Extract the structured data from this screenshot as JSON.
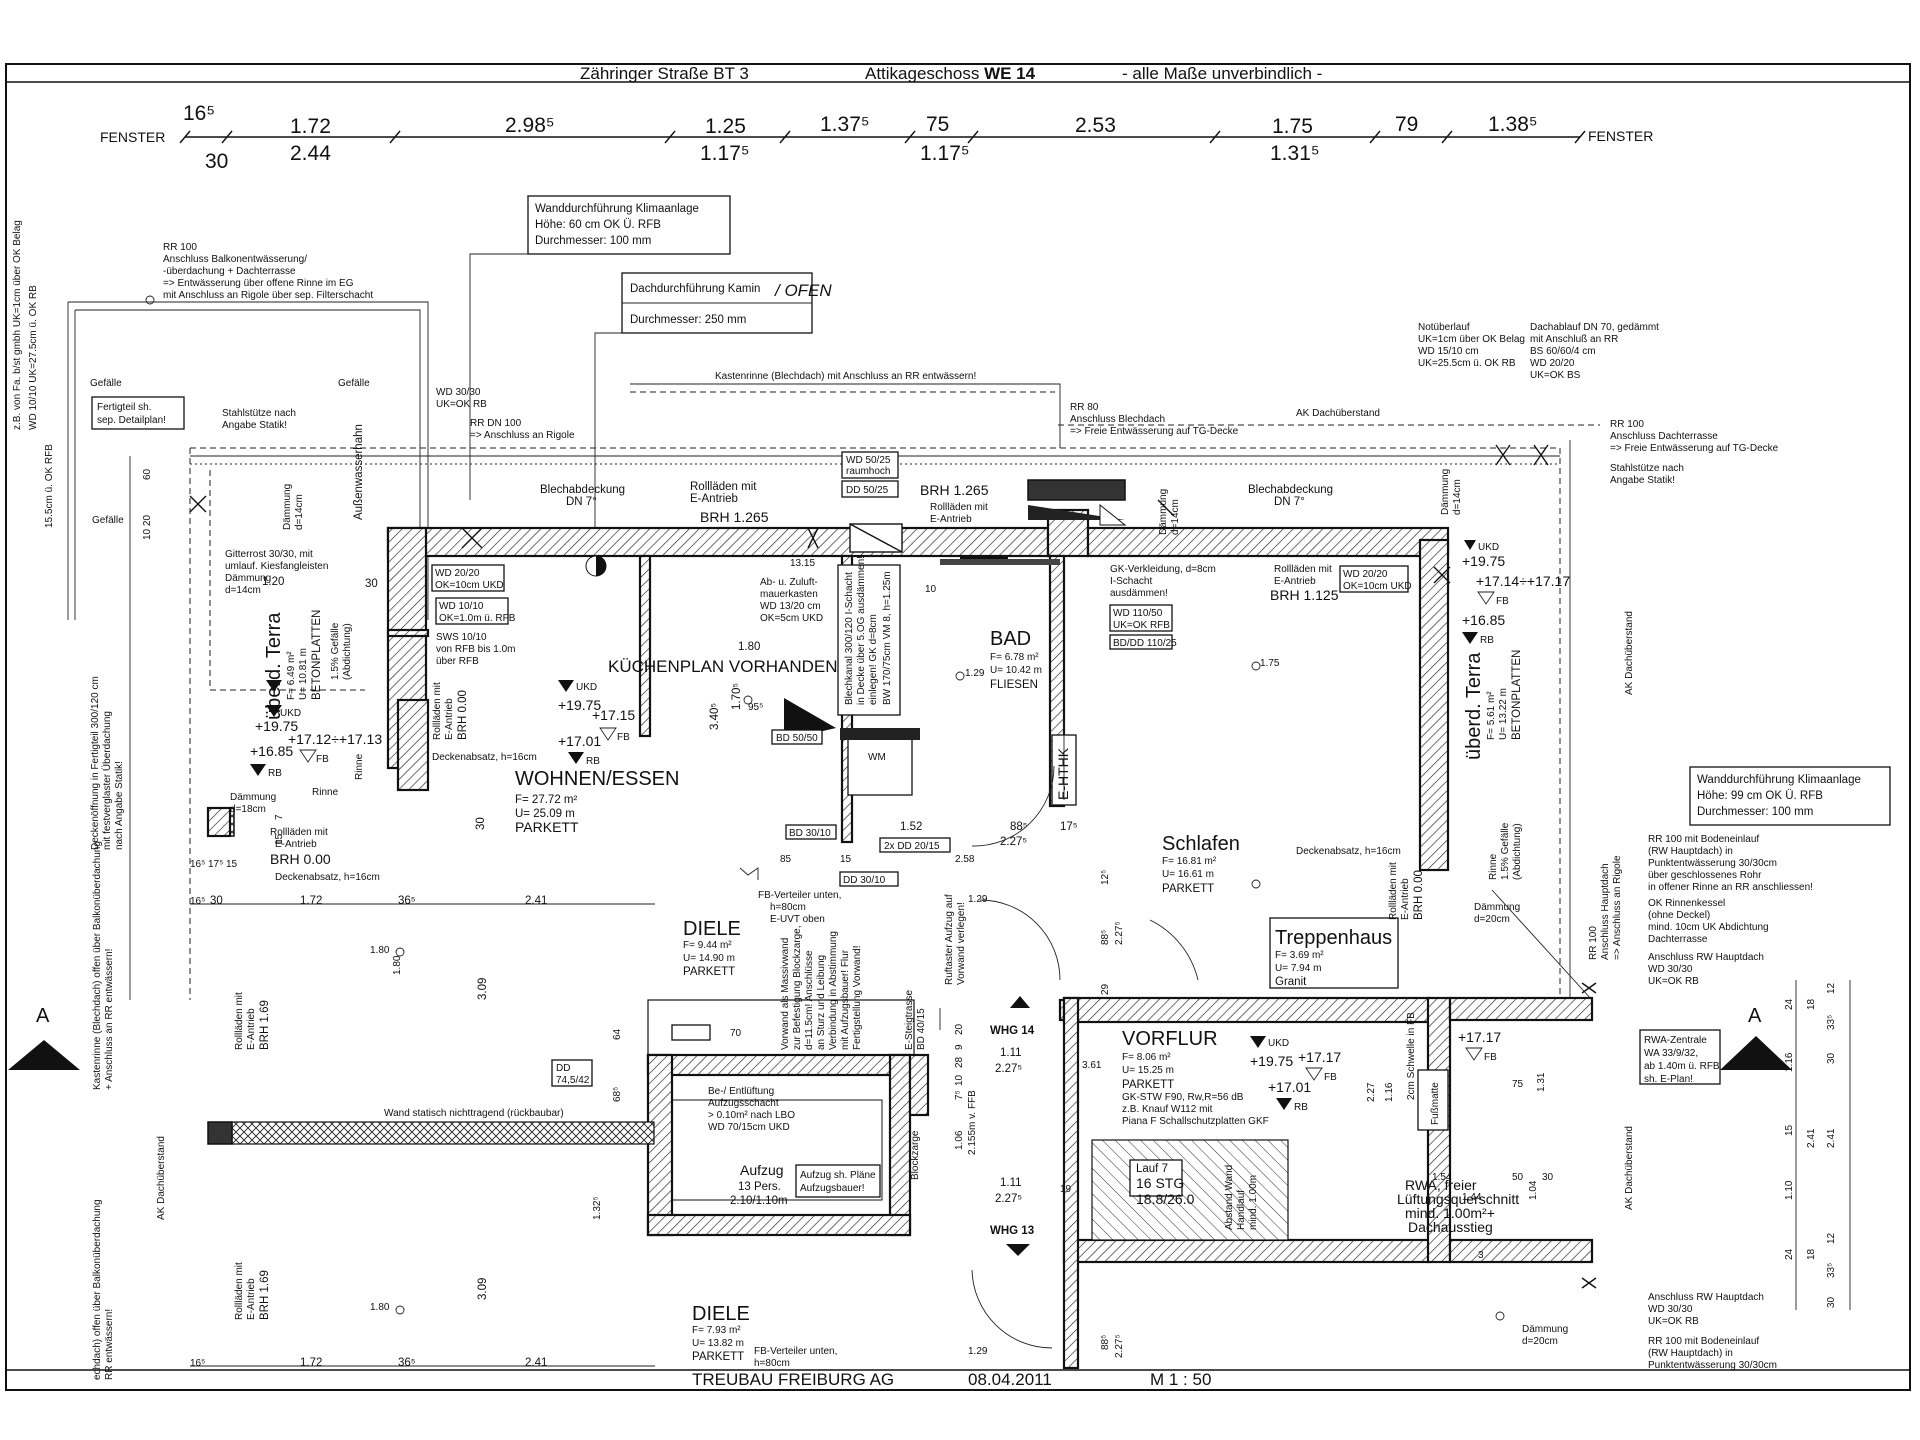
{
  "header": {
    "project": "Zähringer Straße  BT 3",
    "floor_prefix": "Attikageschoss ",
    "floor_unit": "WE 14",
    "disclaimer": "- alle Maße unverbindlich -"
  },
  "dimensions_top": {
    "fenster_left": "FENSTER",
    "fenster_right": "FENSTER",
    "upper": [
      "16⁵",
      "1.72",
      "2.98⁵",
      "1.25",
      "1.37⁵",
      "75",
      "2.53",
      "1.75",
      "79",
      "1.38⁵"
    ],
    "lower": [
      "30",
      "2.44",
      "1.17⁵",
      "1.17⁵",
      "1.31⁵"
    ]
  },
  "callouts": {
    "klima_top": [
      "Wanddurchführung Klimaanlage",
      "Höhe: 60 cm OK Ü. RFB",
      "Durchmesser: 100 mm"
    ],
    "kamin": [
      "Dachdurchführung Kamin",
      "/ OFEN",
      "Durchmesser: 250 mm"
    ],
    "klima_right": [
      "Wanddurchführung Klimaanlage",
      "Höhe: 99 cm OK Ü. RFB",
      "Durchmesser: 100 mm"
    ],
    "rr100_top": [
      "RR 100",
      "Anschluss Balkonentwässerung/",
      "-überdachung + Dachterrasse",
      "=> Entwässerung über offene Rinne im EG",
      "mit Anschluss an Rigole über sep. Filterschacht"
    ],
    "notueberlauf": [
      "Notüberlauf",
      "UK=1cm über OK Belag",
      "WD 15/10 cm",
      "UK=25.5cm ü. OK RB"
    ],
    "dachablauf": [
      "Dachablauf DN 70, gedämmt",
      "mit Anschluß an RR",
      "BS 60/60/4 cm",
      "WD 20/20",
      "UK=OK BS"
    ],
    "wd3030_top": [
      "WD 30/30",
      "UK=OK RB"
    ],
    "rr_dn100": "RR DN 100",
    "rigole": "=> Anschluss an Rigole",
    "kastenrinne_top": "Kastenrinne (Blechdach) mit Anschluss an RR entwässern!",
    "rr80": [
      "RR 80",
      "Anschluss Blechdach",
      "=> Freie Entwässerung auf TG-Decke"
    ],
    "ak_top": "AK Dachüberstand",
    "rr100_right": [
      "RR 100",
      "Anschluss  Dachterrasse",
      "=> Freie Entwässerung auf TG-Decke"
    ],
    "stahlstuetze_right": [
      "Stahlstütze nach",
      "Angabe Statik!"
    ],
    "stahlstuetze_left": [
      "Stahlstütze nach",
      "Angabe Statik!"
    ],
    "fertigteil": [
      "Fertigteil sh.",
      "sep. Detailplan!"
    ],
    "gefaelle": "Gefälle",
    "aussenwasserhahn": "Außenwasserhahn",
    "left_vertical_1": "z.B. von Fa. b/st gmbh  UK=1cm über OK Belag",
    "left_vertical_2": "WD 10/10   UK=27.5cm ü. OK RB",
    "left_vertical_3": "15.5cm ü. OK RFB",
    "dim_60": "60",
    "dim_1020": "10 20",
    "blechabdeckung": [
      "Blechabdeckung",
      "DN 7°"
    ],
    "wd5025": [
      "WD 50/25",
      "raumhoch"
    ],
    "dd5025": "DD 50/25",
    "rollladen_wohnen": [
      "Rollläden mit",
      "E-Antrieb",
      "BRH 1.265"
    ],
    "rollladen_bad": [
      "BRH 1.265",
      "Rollläden mit",
      "E-Antrieb"
    ],
    "gk_schacht": [
      "GK-Verkleidung, d=8cm",
      "I-Schacht",
      "ausdämmen!"
    ],
    "wd110": [
      "WD 110/50",
      "UK=OK RFB"
    ],
    "bddd110": "BD/DD 110/25",
    "rollladen_schlafen": [
      "Rollläden mit",
      "E-Antrieb",
      "BRH 1.125"
    ],
    "wd2020_right": [
      "WD 20/20",
      "OK=10cm UKD"
    ],
    "ukd": "UKD",
    "lvl_1975": "+19.75",
    "lvl_171417": "+17.14÷+17.17",
    "lvl_fb": "FB",
    "lvl_1685": "+16.85",
    "lvl_rb": "RB",
    "daemmung_14": [
      "Dämmung",
      "d=14cm"
    ],
    "gitterrost": [
      "Gitterrost 30/30, mit",
      "umlauf. Kiesfangleisten",
      "Dämmung",
      "d=14cm"
    ],
    "dim_120": "1.20",
    "dim_30": "30",
    "gefaelle_15": [
      "1.5% Gefälle",
      "(Abdichtung)"
    ],
    "wd2020_left": [
      "WD 20/20",
      "OK=10cm UKD"
    ],
    "wd1010": [
      "WD 10/10",
      "OK=1.0m ü. RFB"
    ],
    "sws1010": [
      "SWS 10/10",
      "von RFB bis 1.0m",
      "über RFB"
    ],
    "kuechenplan": "KÜCHENPLAN VORHANDEN",
    "dim_180": "1.80",
    "zuluft": [
      "Ab- u. Zuluft-",
      "mauerkasten",
      "WD 13/20 cm",
      "OK=5cm UKD"
    ],
    "schacht_vertical": [
      "Blechkanal 300/120 I-Schacht",
      "in Decke über 5.OG ausdämmen!",
      "einlegen! GK d=8cm",
      "BW 170/75cm  VM 8, h=1.25m"
    ],
    "dim_1315": "13.15",
    "dim_10": "10",
    "bd5050": "BD 50/50",
    "wm": "WM",
    "bd3010": "BD 30/10",
    "dd3010": "DD 30/10",
    "dd2015": "2x DD 20/15",
    "fb_verteiler_top": [
      "FB-Verteiler unten,",
      "h=80cm",
      "E-UVT oben"
    ],
    "dim_85": "85",
    "dim_15": "15",
    "dim_258": "2.58",
    "dim_152": "1.52",
    "dim_88": "88⁵",
    "dim_2275": "2.27⁵",
    "dim_17": "17⁵",
    "dim_340": "3.40⁵",
    "dim_170": "1.70⁵",
    "dim_95": "95⁵",
    "dim_129": "1.29",
    "dim_175": "1.75",
    "ehthk": "E-HTHK",
    "rohr_rinne": "Rinne",
    "rolllaeden_left": [
      "Rollläden mit",
      "E-Antrieb",
      "BRH 0.00"
    ],
    "deckenabsatz": "Deckenabsatz, h=16cm",
    "daemmung_18": [
      "Dämmung",
      "d=18cm"
    ],
    "rinne": "Rinne",
    "brh000": [
      "Rollläden mit",
      "E-Antrieb",
      "BRH 0.00"
    ],
    "deckenabsatz2": "Deckenabsatz, h=16cm",
    "dim_row_left": [
      "16⁵",
      "30",
      "1.72",
      "36⁵",
      "2.41"
    ],
    "dim_16_15": [
      "16⁵",
      "17⁵",
      "15"
    ],
    "dim_15_7": [
      "15",
      "7"
    ],
    "deckenoeffnung": [
      "Deckenöffnung in Fertigteil 300/120 cm",
      "mit festverglaster Überdachung",
      "nach Angabe Statik!"
    ],
    "kastenrinne_left": [
      "Kastenrinne (Blechdach) offen über Balkonüberdachung",
      "+ Anschluss an RR entwässern!"
    ],
    "kastenrinne_left2": [
      "echdach) offen über Balkonüberdachung",
      "RR entwässern!"
    ],
    "ak_left": "AK Dachüberstand",
    "ak_right": "AK Dachüberstand",
    "ak_right2": "AK Dachüberstand",
    "rollladen_brh169_a": [
      "Rollläden mit",
      "E-Antrieb",
      "BRH 1.69"
    ],
    "rollladen_brh169_b": [
      "Rollläden mit",
      "E-Antrieb",
      "BRH 1.69"
    ],
    "dim_309": "3.09",
    "dim_309b": "3.09",
    "dim_180b": "1.80",
    "dim_180c": "1.80",
    "dim_30b": "30",
    "dim_64": "64",
    "dim_68": "68⁵",
    "dim_132": "1.32⁵",
    "dd745": [
      "DD",
      "74,5/42"
    ],
    "wand_statisch": "Wand statisch nichttragend (rückbaubar)",
    "dim_20_70": [
      "20",
      "70"
    ],
    "massivwand": [
      "Vorwand als Massivwand",
      "zur Befestigung Blockzarge,",
      "d=11.5cm! Anschlüsse",
      "an Sturz und Leibung",
      "Verbindung in Abstimmung",
      "mit Aufzugsbauer! Flur",
      "Fertigstellung Vorwand!"
    ],
    "e_steigtrasse": [
      "E-Steigtrasse",
      "BD 40/15"
    ],
    "rufstelle": [
      "Ruftaster Aufzug auf",
      "Vorwand verlegen!"
    ],
    "blockzarge": "Blockzarge",
    "entlueftung": [
      "Be-/ Entlüftung",
      "Aufzugsschacht",
      "> 0.10m² nach LBO",
      "WD 70/15cm UKD"
    ],
    "aufzug": [
      "Aufzug",
      "13 Pers.",
      "2.10/1.10m"
    ],
    "aufzug_plan": [
      "Aufzug sh. Pläne",
      "Aufzugsbauer!"
    ],
    "dim_106": "1.06",
    "dim_2155": "2.155m v. FFB",
    "dim_28": "28",
    "dim_10b": "10",
    "dim_7": "7⁵",
    "dim_9": "9",
    "dim_20": "20",
    "dim_111": "1.11",
    "dim_2275b": "2.27⁵",
    "dim_111b": "1.11",
    "dim_2275c": "2.27⁵",
    "dim_19": "19",
    "dim_361": "3.61",
    "dim_227": "2.27⁵",
    "dim_88b": "88⁵",
    "dim_29": "29",
    "dim_12": "12⁵",
    "dim_2275d": "2.27⁵",
    "dim_88c": "88⁵",
    "dim_129b": "1.29",
    "whg14": "WHG 14",
    "whg13": "WHG 13",
    "gk_stwf": [
      "GK-STW F90, Rw,R=56 dB",
      "z.B. Knauf W112 mit",
      "Piana F Schallschutzplatten GKF"
    ],
    "lvl_1717": "+17.17",
    "lvl_1717b": "+17.17",
    "lvl_1701": "+17.01",
    "lvl_1975b": "+19.75",
    "schwelle": "2cm Schwelle in FB",
    "fussmatte": "Fußmatte",
    "dim_116": "1.16",
    "dim_227b": "2.27",
    "dim_131": "1.31",
    "dim_75": "75",
    "dim_104": "1.04",
    "dim_154": "1.54",
    "dim_50_30": [
      "50",
      "30"
    ],
    "dim_144": "1.44",
    "dim_3": "3",
    "lauf": [
      "Lauf 7",
      "16 STG",
      "18.8/26.0"
    ],
    "abstand_wand": [
      "Abstand Wand",
      "Handlauf",
      "mind. 1.00m"
    ],
    "rwa": [
      "RWA, freier",
      "Lüftungsquerschnitt",
      "mind. 1.00m²+",
      "Dachausstieg"
    ],
    "rwa_zentrale": [
      "RWA-Zentrale",
      "WA 33/9/32,",
      "ab 1.40m ü. RFB",
      "sh. E-Plan!"
    ],
    "rr100_bodeneinlauf": [
      "RR 100 mit Bodeneinlauf",
      "(RW Hauptdach) in",
      "Punktentwässerung 30/30cm",
      "über geschlossenes Rohr",
      "in offener Rinne an RR anschliessen!",
      "OK Rinnenkessel",
      "(ohne Deckel)",
      "mind. 10cm UK Abdichtung",
      "Dachterrasse"
    ],
    "anschluss_rw": [
      "Anschluss RW Hauptdach",
      "WD 30/30",
      "UK=OK RB"
    ],
    "anschluss_rw2": [
      "Anschluss RW Hauptdach",
      "WD 30/30",
      "UK=OK RB"
    ],
    "rr100_bottom": [
      "RR 100 mit Bodeneinlauf",
      "(RW Hauptdach) in",
      "Punktentwässerung 30/30cm"
    ],
    "rr100_vertical": [
      "RR 100",
      "Anschluss Hauptdach",
      "=> Anschluss an Rigole"
    ],
    "daemmung_20": [
      "Dämmung",
      "d=20cm"
    ],
    "daemmung_20b": [
      "Dämmung",
      "d=20cm"
    ],
    "gefaelle_right": [
      "1.5% Gefälle",
      "(Abdichtung)"
    ],
    "deckenabsatz_right": "Deckenabsatz, h=16cm",
    "rolllaeden_right": [
      "Rollläden mit",
      "E-Antrieb",
      "BRH 0.00"
    ],
    "rinne_right": "Rinne",
    "dim_right_col1": [
      "24",
      "18",
      "12",
      "33⁵",
      "30",
      "1.16",
      "15",
      "1.10",
      "24",
      "18",
      "12",
      "33⁵",
      "30"
    ],
    "dim_right_col2": [
      "2.41",
      "2.41"
    ],
    "section_a": "A",
    "footer": {
      "company": "TREUBAU FREIBURG AG",
      "date": "08.04.2011",
      "scale": "M 1 : 50"
    }
  },
  "rooms": {
    "wohnen": {
      "name": "WOHNEN/ESSEN",
      "area": "F= 27.72 m²",
      "perimeter": "U= 25.09 m",
      "floor": "PARKETT"
    },
    "terrasse_left": {
      "name": "überd. Terra",
      "area": "F= 6.49 m²",
      "perimeter": "U= 10.81 m",
      "floor": "BETONPLATTEN"
    },
    "terrasse_right": {
      "name": "überd. Terra",
      "area": "F= 5.61 m²",
      "perimeter": "U= 13.22 m",
      "floor": "BETONPLATTEN"
    },
    "bad": {
      "name": "BAD",
      "area": "F= 6.78 m²",
      "perimeter": "U= 10.42 m",
      "floor": "FLIESEN"
    },
    "schlafen": {
      "name": "Schlafen",
      "area": "F= 16.81 m²",
      "perimeter": "U= 16.61 m",
      "floor": "PARKETT"
    },
    "diele": {
      "name": "DIELE",
      "area": "F= 9.44 m²",
      "perimeter": "U= 14.90 m",
      "floor": "PARKETT"
    },
    "vorflur": {
      "name": "VORFLUR",
      "area": "F= 8.06 m²",
      "perimeter": "U= 15.25 m",
      "floor": "PARKETT"
    },
    "treppenhaus": {
      "name": "Treppenhaus",
      "area": "F= 3.69 m²",
      "perimeter": "U= 7.94 m",
      "floor": "Granit"
    },
    "diele2": {
      "name": "DIELE",
      "area": "F= 7.93 m²",
      "perimeter": "U= 13.82 m",
      "floor": "PARKETT"
    },
    "fb_verteiler2": [
      "FB-Verteiler unten,",
      "h=80cm"
    ]
  }
}
